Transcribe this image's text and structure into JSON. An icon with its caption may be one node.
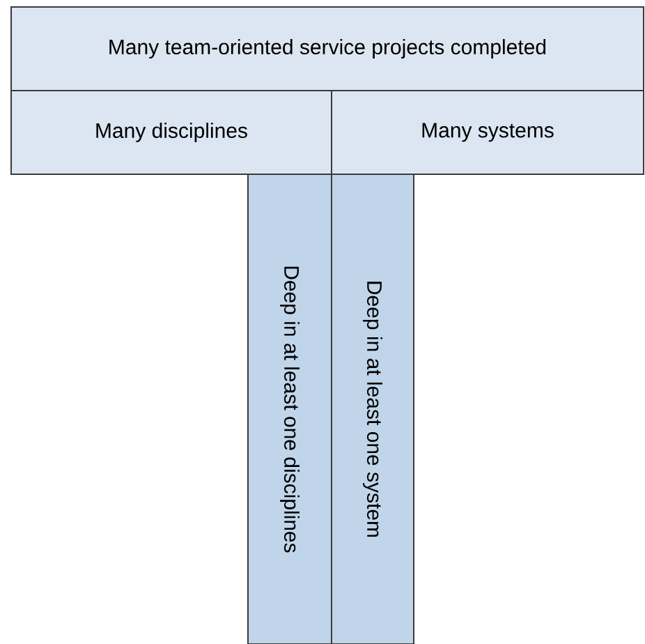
{
  "diagram": {
    "nodes": [
      {
        "text": [
          "Many team-oriented service projects completed"
        ]
      },
      {
        "text": [
          "Many disciplines"
        ]
      },
      {
        "text": [
          "Many systems"
        ]
      },
      {
        "text": [
          "Deep in at least one disciplines"
        ]
      },
      {
        "text": [
          "Deep in at least one system"
        ]
      }
    ]
  }
}
